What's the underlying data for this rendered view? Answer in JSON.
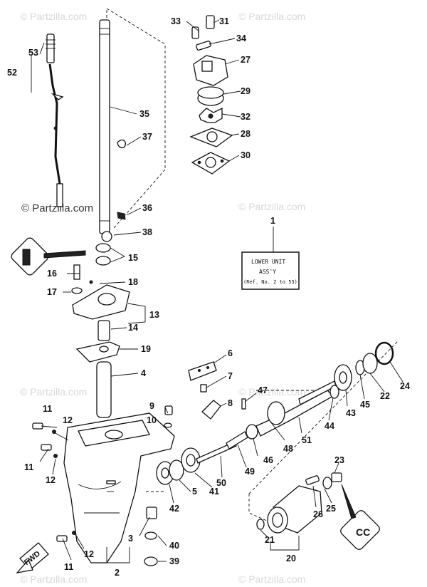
{
  "watermark": "© Partzilla.com",
  "callouts": {
    "c1": "1",
    "c2": "2",
    "c3": "3",
    "c4": "4",
    "c5": "5",
    "c6": "6",
    "c7": "7",
    "c8": "8",
    "c9": "9",
    "c10": "10",
    "c11a": "11",
    "c11b": "11",
    "c11c": "11",
    "c12a": "12",
    "c12b": "12",
    "c12c": "12",
    "c13": "13",
    "c14": "14",
    "c15": "15",
    "c16": "16",
    "c17": "17",
    "c18": "18",
    "c19": "19",
    "c20": "20",
    "c21": "21",
    "c22": "22",
    "c23": "23",
    "c24": "24",
    "c25": "25",
    "c26": "26",
    "c27": "27",
    "c28": "28",
    "c29": "29",
    "c30": "30",
    "c31": "31",
    "c32": "32",
    "c33": "33",
    "c34": "34",
    "c35": "35",
    "c36": "36",
    "c37": "37",
    "c38": "38",
    "c39": "39",
    "c40": "40",
    "c41": "41",
    "c42": "42",
    "c43": "43",
    "c44": "44",
    "c45": "45",
    "c46": "46",
    "c47": "47",
    "c48": "48",
    "c49": "49",
    "c50": "50",
    "c51": "51",
    "c52": "52",
    "c53": "53"
  },
  "assembly_box": {
    "line1": "LOWER UNIT",
    "line2": "ASS'Y",
    "line3": "(Ref. No. 2 to 53)"
  },
  "fwd_label": "FWD"
}
